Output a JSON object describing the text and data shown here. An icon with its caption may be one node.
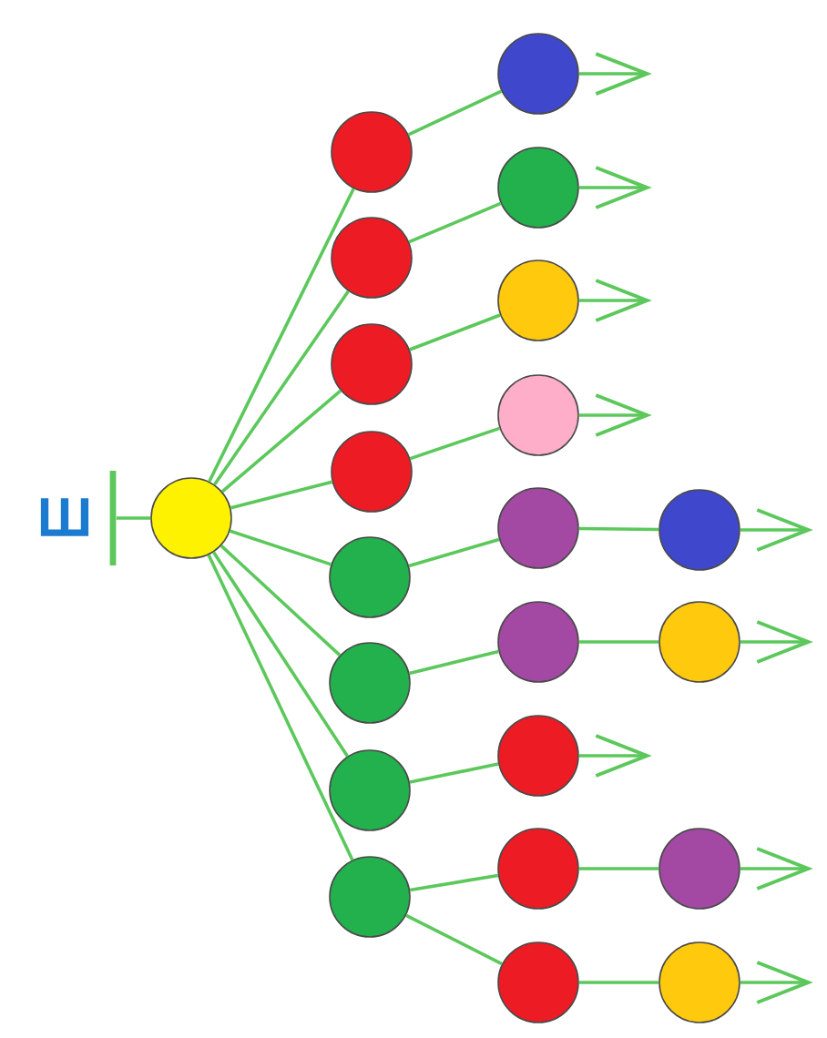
{
  "diagram": {
    "nodes": [
      {
        "text": [],
        "shape": "bar",
        "beside": [
          "Ш"
        ]
      },
      {
        "text": [],
        "shape": "circle"
      },
      {
        "text": [],
        "shape": "circle"
      },
      {
        "text": [],
        "shape": "circle"
      },
      {
        "text": [],
        "shape": "circle"
      },
      {
        "text": [],
        "shape": "circle"
      },
      {
        "text": [],
        "shape": "circle"
      },
      {
        "text": [],
        "shape": "circle"
      },
      {
        "text": [],
        "shape": "circle"
      },
      {
        "text": [],
        "shape": "circle"
      },
      {
        "text": [],
        "shape": "circle"
      },
      {
        "text": [],
        "shape": "circle"
      },
      {
        "text": [],
        "shape": "circle"
      },
      {
        "text": [],
        "shape": "circle"
      },
      {
        "text": [],
        "shape": "circle"
      },
      {
        "text": [],
        "shape": "circle"
      },
      {
        "text": [],
        "shape": "circle"
      },
      {
        "text": [],
        "shape": "circle"
      },
      {
        "text": [],
        "shape": "circle"
      },
      {
        "text": [],
        "shape": "circle"
      },
      {
        "text": [],
        "shape": "circle"
      },
      {
        "text": [],
        "shape": "circle"
      },
      {
        "text": [],
        "shape": "circle"
      }
    ],
    "edges": [
      {
        "from": 0,
        "to": 1,
        "arrow": "none"
      },
      {
        "from": 1,
        "to": 2,
        "arrow": "none"
      },
      {
        "from": 1,
        "to": 3,
        "arrow": "none"
      },
      {
        "from": 1,
        "to": 4,
        "arrow": "none"
      },
      {
        "from": 1,
        "to": 5,
        "arrow": "none"
      },
      {
        "from": 1,
        "to": 6,
        "arrow": "none"
      },
      {
        "from": 1,
        "to": 7,
        "arrow": "none"
      },
      {
        "from": 1,
        "to": 8,
        "arrow": "none"
      },
      {
        "from": 1,
        "to": 9,
        "arrow": "none"
      },
      {
        "from": 2,
        "to": 10,
        "arrow": "none"
      },
      {
        "from": 3,
        "to": 11,
        "arrow": "none"
      },
      {
        "from": 4,
        "to": 12,
        "arrow": "none"
      },
      {
        "from": 5,
        "to": 13,
        "arrow": "none"
      },
      {
        "from": 6,
        "to": 14,
        "arrow": "none"
      },
      {
        "from": 7,
        "to": 15,
        "arrow": "none"
      },
      {
        "from": 8,
        "to": 16,
        "arrow": "none"
      },
      {
        "from": 9,
        "to": 17,
        "arrow": "none"
      },
      {
        "from": 9,
        "to": 18,
        "arrow": "none"
      },
      {
        "from": 14,
        "to": 19,
        "arrow": "none"
      },
      {
        "from": 15,
        "to": 20,
        "arrow": "none"
      },
      {
        "from": 17,
        "to": 21,
        "arrow": "none"
      },
      {
        "from": 18,
        "to": 22,
        "arrow": "none"
      },
      {
        "from": 10,
        "to": null,
        "arrow": "to"
      },
      {
        "from": 11,
        "to": null,
        "arrow": "to"
      },
      {
        "from": 12,
        "to": null,
        "arrow": "to"
      },
      {
        "from": 13,
        "to": null,
        "arrow": "to"
      },
      {
        "from": 16,
        "to": null,
        "arrow": "to"
      },
      {
        "from": 19,
        "to": null,
        "arrow": "to"
      },
      {
        "from": 20,
        "to": null,
        "arrow": "to"
      },
      {
        "from": 21,
        "to": null,
        "arrow": "to"
      },
      {
        "from": 22,
        "to": null,
        "arrow": "to"
      }
    ]
  }
}
